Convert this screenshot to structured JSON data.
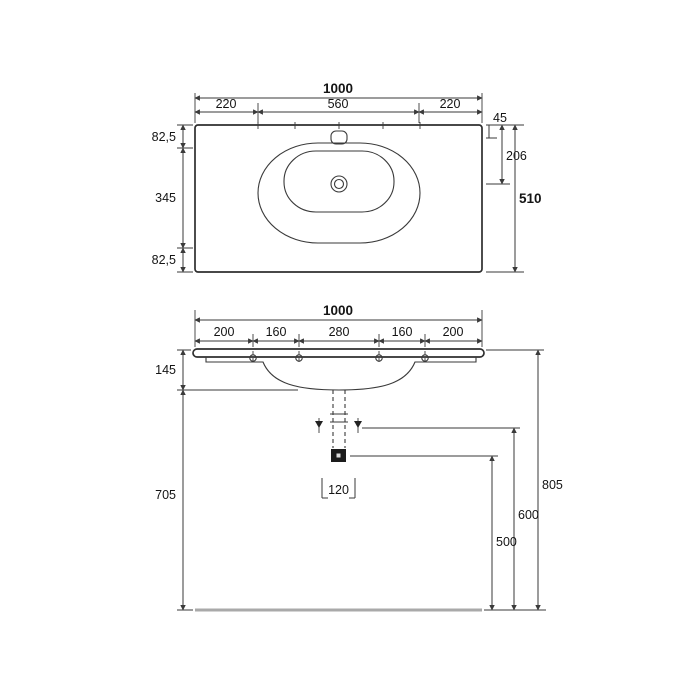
{
  "meta": {
    "background": "#ffffff",
    "line_color": "#2e2e2e",
    "floor_line_color": "#a9a9a9"
  },
  "plan_view": {
    "total_width": "1000",
    "width_segments": [
      "220",
      "560",
      "220"
    ],
    "depth_segments": [
      "82,5",
      "345",
      "82,5"
    ],
    "tap_hole_offset": "45",
    "drain_center_offset": "206",
    "total_depth": "510"
  },
  "front_view": {
    "total_width": "1000",
    "width_segments": [
      "200",
      "160",
      "280",
      "160",
      "200"
    ],
    "basin_height": "145",
    "underside_to_floor": "705",
    "rim_to_floor": "805",
    "trap_height": "600",
    "outlet_height": "500",
    "drain_clearance": "120"
  }
}
